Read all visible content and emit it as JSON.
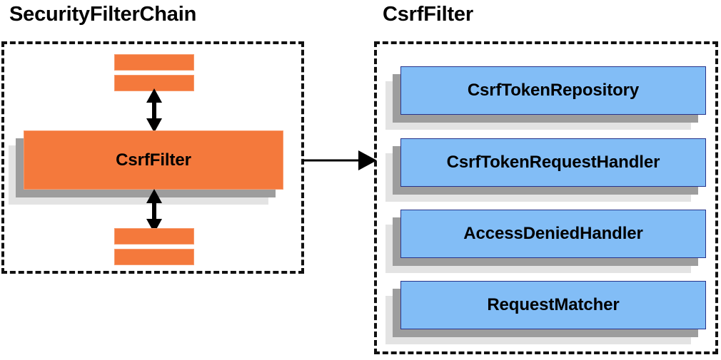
{
  "diagram": {
    "type": "component-relationship",
    "background_color": "#ffffff",
    "colors": {
      "filter_fill": "#f4793c",
      "filter_border": "#f79a6c",
      "collaborator_fill": "#82bdf6",
      "collaborator_border": "#27348b",
      "shadow_dark": "#9d9d9d",
      "shadow_light": "#e3e3e3",
      "panel_border": "#111111",
      "text": "#000000"
    }
  },
  "left_panel": {
    "title": "SecurityFilterChain",
    "border_style": "dashed",
    "stubs_top": [
      {
        "name": "filter-stub"
      },
      {
        "name": "filter-stub"
      }
    ],
    "main_filter": {
      "label": "CsrfFilter"
    },
    "stubs_bottom": [
      {
        "name": "filter-stub"
      },
      {
        "name": "filter-stub"
      }
    ],
    "connectors": [
      {
        "name": "double-arrow-above-csrffilter",
        "direction": "both"
      },
      {
        "name": "double-arrow-below-csrffilter",
        "direction": "both"
      }
    ]
  },
  "right_panel": {
    "title": "CsrfFilter",
    "border_style": "dashed",
    "collaborators": [
      {
        "label": "CsrfTokenRepository"
      },
      {
        "label": "CsrfTokenRequestHandler"
      },
      {
        "label": "AccessDeniedHandler"
      },
      {
        "label": "RequestMatcher"
      }
    ]
  },
  "cross_panel_arrow": {
    "name": "expansion-arrow",
    "direction": "right",
    "from": "SecurityFilterChain.CsrfFilter",
    "to": "CsrfFilter"
  }
}
